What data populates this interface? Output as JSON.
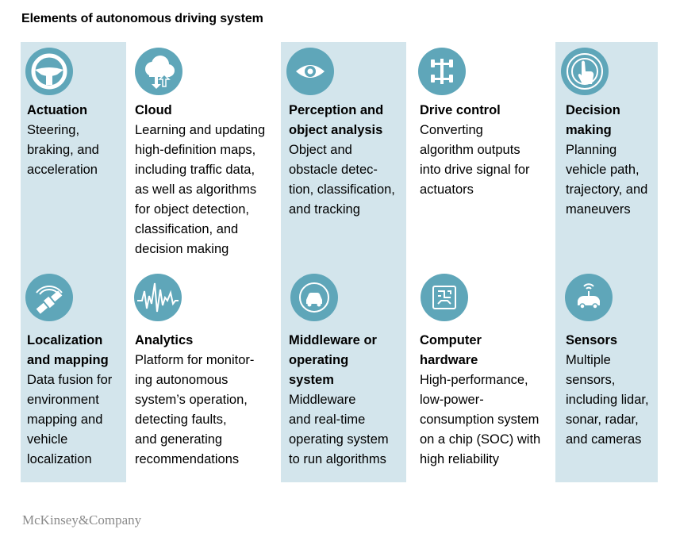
{
  "title": "Elements of autonomous driving system",
  "accent_color": "#5fa6b9",
  "band_color": "#d3e5ec",
  "items": [
    {
      "icon": "steering-wheel-icon",
      "title": "Actuation",
      "desc": "Steering,\nbraking, and\nacceleration"
    },
    {
      "icon": "cloud-icon",
      "title": "Cloud",
      "desc": "Learning and updating\nhigh-definition maps,\nincluding traffic data,\nas well as algorithms\nfor object detection,\nclassification, and\ndecision making"
    },
    {
      "icon": "eye-icon",
      "title": "Perception and\nobject analysis",
      "desc": "Object and\nobstacle detec-\ntion, classification,\nand tracking"
    },
    {
      "icon": "drive-chassis-icon",
      "title": "Drive control",
      "desc": "Converting\nalgorithm outputs\ninto drive signal for\nactuators"
    },
    {
      "icon": "touch-hand-icon",
      "title": "Decision\nmaking",
      "desc": "Planning\nvehicle path,\ntrajectory, and\nmaneuvers"
    },
    {
      "icon": "satellite-icon",
      "title": "Localization\nand mapping",
      "desc": "Data fusion for\nenvironment\nmapping and\nvehicle\nlocalization"
    },
    {
      "icon": "waveform-icon",
      "title": "Analytics",
      "desc": "Platform for monitor-\ning autonomous\nsystem’s operation,\ndetecting faults,\nand generating\nrecommendations"
    },
    {
      "icon": "car-circle-icon",
      "title": "Middleware or\noperating\nsystem",
      "desc": "Middleware\nand real-time\noperating system\nto run algorithms"
    },
    {
      "icon": "chip-icon",
      "title": "Computer\nhardware",
      "desc": "High-performance,\nlow-power-\nconsumption system\non a chip (SOC) with\nhigh reliability"
    },
    {
      "icon": "sensor-car-icon",
      "title": "Sensors",
      "desc": "Multiple\nsensors,\nincluding lidar,\nsonar, radar,\nand cameras"
    }
  ],
  "footer": {
    "logo": "McKinsey&Company"
  }
}
